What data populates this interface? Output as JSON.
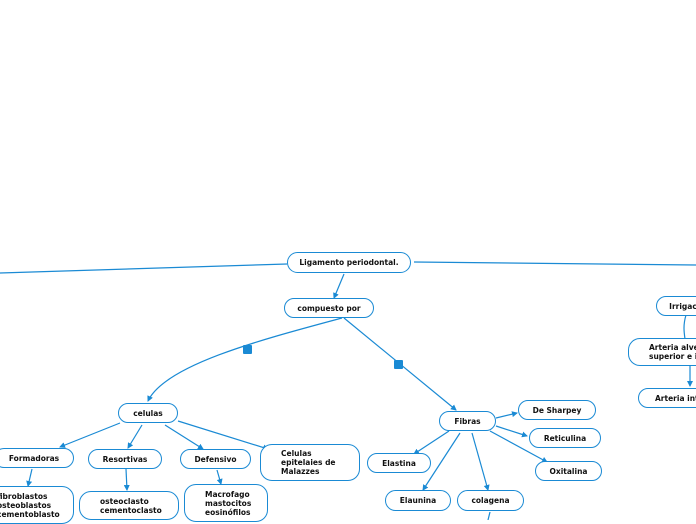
{
  "colors": {
    "line": "#1a8ad4",
    "border": "#1a8ad4",
    "text": "#111111"
  },
  "nodes": {
    "root": "Ligamento periodontal.",
    "compuesto": "compuesto por",
    "celulas": "celulas",
    "fibras": "Fibras",
    "formadoras": "Formadoras",
    "resortivas": "Resortivas",
    "defensivo": "Defensivo",
    "epiteliales": "Celulas\nepitelaies de\nMalazzes",
    "formadoras_list": "fibroblastos\nosteoblastos\ncementoblasto",
    "resortivas_list": "osteoclasto\ncementoclasto",
    "defensivo_list": "Macrofago\nmastocitos\neosinófilos",
    "elastina": "Elastina",
    "elaunina": "Elaunina",
    "colagena": "colagena",
    "sharpey": "De Sharpey",
    "reticulina": "Reticulina",
    "oxitalina": "Oxitalina",
    "irrigacion": "Irrigac",
    "arteria_alveolar": "Arteria alveo\nsuperior e in",
    "arteria_int": "Arteria inte"
  },
  "expand_markers": [
    "collapse-marker-celulas",
    "collapse-marker-fibras"
  ]
}
